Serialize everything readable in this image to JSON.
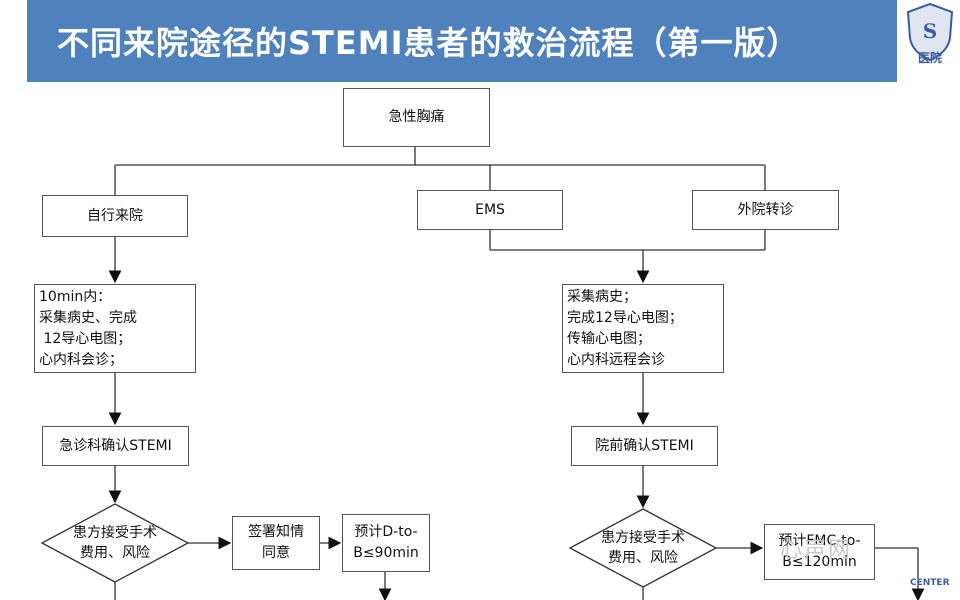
{
  "header": {
    "title": "不同来院途径的STEMI患者的救治流程（第一版）",
    "logo_text": "医院"
  },
  "nodes": {
    "chest_pain": "急性胸痛",
    "self_arrival": "自行来院",
    "ems": "EMS",
    "transfer": "外院转诊",
    "self_steps": [
      "10min内：",
      "采集病史、完成",
      " 12导心电图；",
      "心内科会诊；"
    ],
    "ems_steps": [
      "采集病史；",
      "完成12导心电图；",
      "传输心电图；",
      "心内科远程会诊"
    ],
    "er_confirm": "急诊科确认STEMI",
    "pre_confirm": "院前确认STEMI",
    "accept_left": [
      "患方接受手术",
      "费用、风险"
    ],
    "accept_right": [
      "患方接受手术",
      "费用、风险"
    ],
    "consent": [
      "签署知情",
      "同意"
    ],
    "predict_left": [
      "预计D-to-",
      "B≤90min"
    ],
    "predict_right": [
      "预计FMC-to-",
      "B≤120min"
    ]
  },
  "watermark": {
    "text": "心声网",
    "brand": "CENTER"
  }
}
